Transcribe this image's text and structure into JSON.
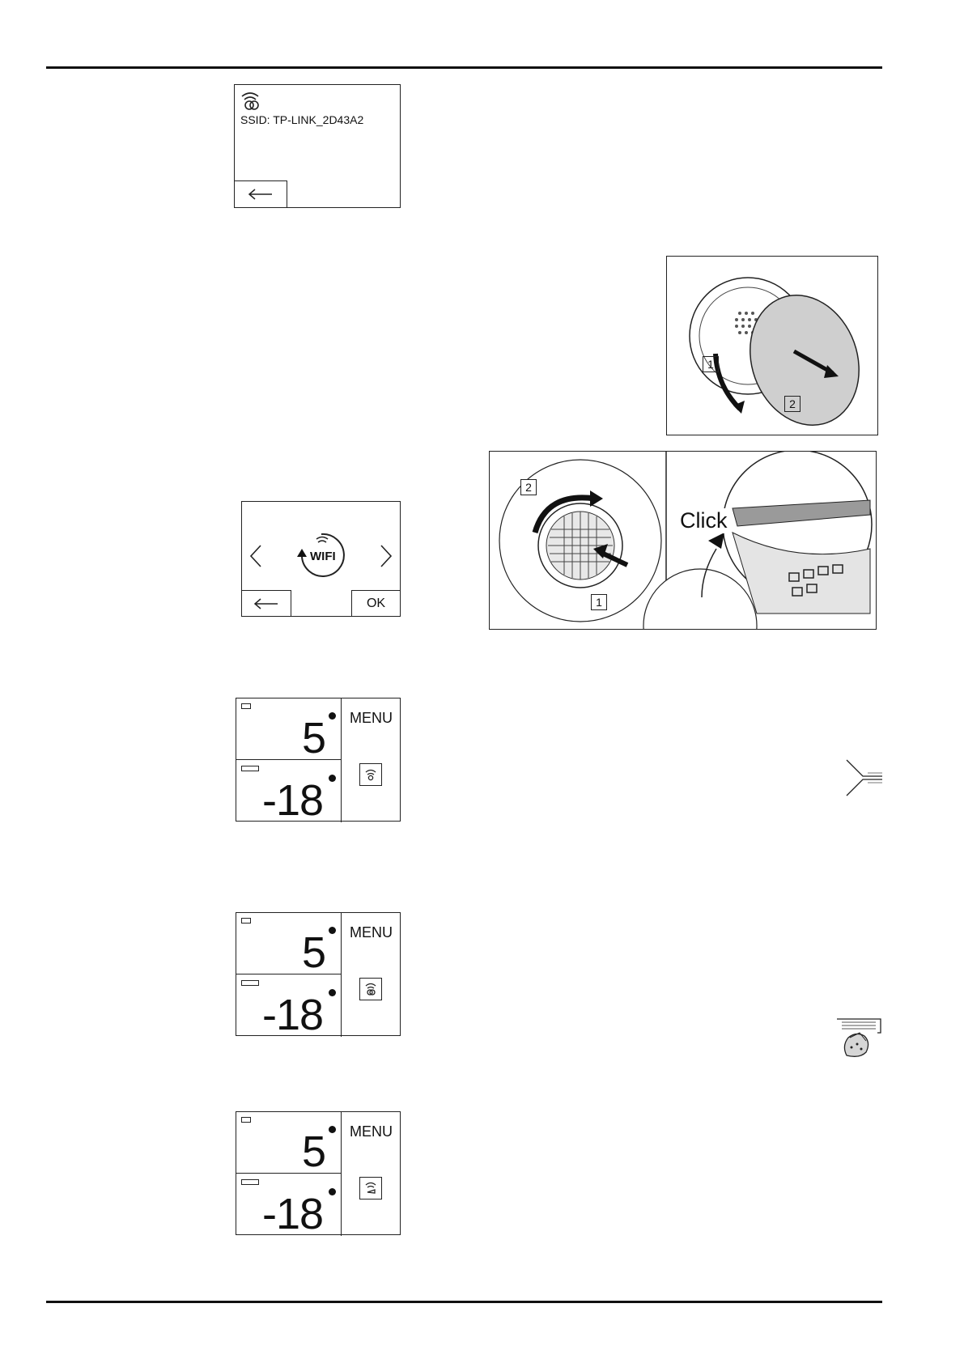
{
  "ssid_screen": {
    "ssid_label": "SSID:  TP-LINK_2D43A2",
    "back_icon": "arrow-left-icon",
    "wifi_icon": "wifi-connected-icon"
  },
  "wifi_screen": {
    "center_label": "WIFI",
    "ok_label": "OK",
    "prev_icon": "chevron-left-icon",
    "next_icon": "chevron-right-icon",
    "back_icon": "arrow-left-icon"
  },
  "figures": {
    "filter_remove": {
      "step1": "1",
      "step2": "2"
    },
    "filter_insert": {
      "step1": "1",
      "step2": "2",
      "click_label": "Click"
    }
  },
  "status_screens": [
    {
      "fridge_temp": "5",
      "freezer_temp": "-18",
      "menu_label": "MENU",
      "status_icon": "wifi-signal-icon"
    },
    {
      "fridge_temp": "5",
      "freezer_temp": "-18",
      "menu_label": "MENU",
      "status_icon": "wifi-connecting-icon"
    },
    {
      "fridge_temp": "5",
      "freezer_temp": "-18",
      "menu_label": "MENU",
      "status_icon": "wifi-disconnected-icon"
    }
  ],
  "side_icons": [
    "air-vent-icon",
    "cleaning-icon"
  ]
}
